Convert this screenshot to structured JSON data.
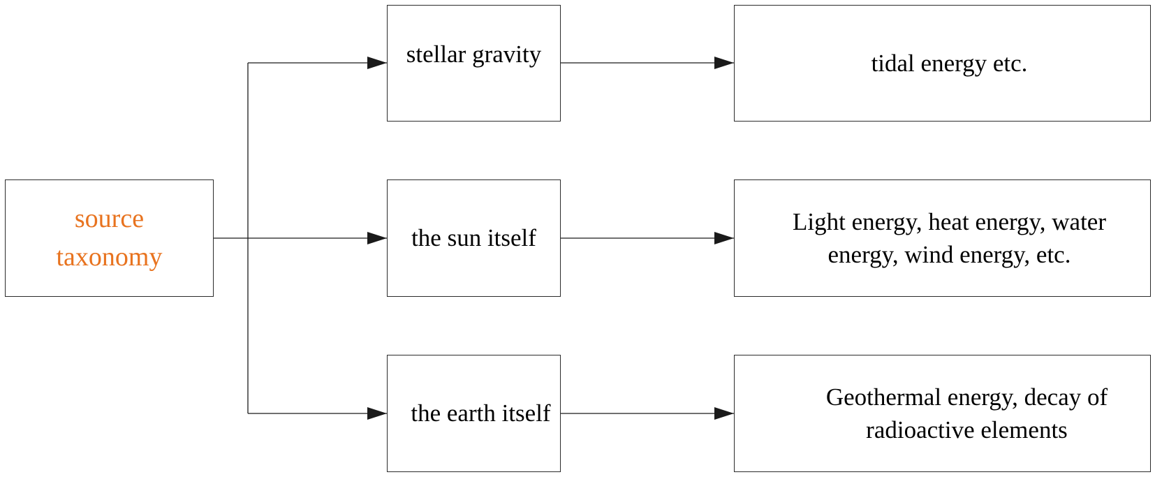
{
  "root": {
    "label": "source taxonomy",
    "lines": [
      "source",
      "taxonomy"
    ],
    "color": "#e8731f"
  },
  "sources": [
    {
      "label": "stellar gravity"
    },
    {
      "label": "the sun itself"
    },
    {
      "label": "the earth itself"
    }
  ],
  "energies": [
    {
      "label": "tidal energy etc.",
      "lines": [
        "tidal energy etc."
      ]
    },
    {
      "label": "Light energy, heat energy, water energy, wind energy, etc.",
      "lines": [
        "Light energy, heat energy, water",
        "energy, wind energy, etc."
      ]
    },
    {
      "label": "Geothermal energy, decay of radioactive elements",
      "lines": [
        "Geothermal energy, decay of",
        "radioactive elements"
      ]
    }
  ],
  "colors": {
    "line": "#1a1a1a",
    "box_border": "#2b2b2b",
    "text": "#000000"
  }
}
